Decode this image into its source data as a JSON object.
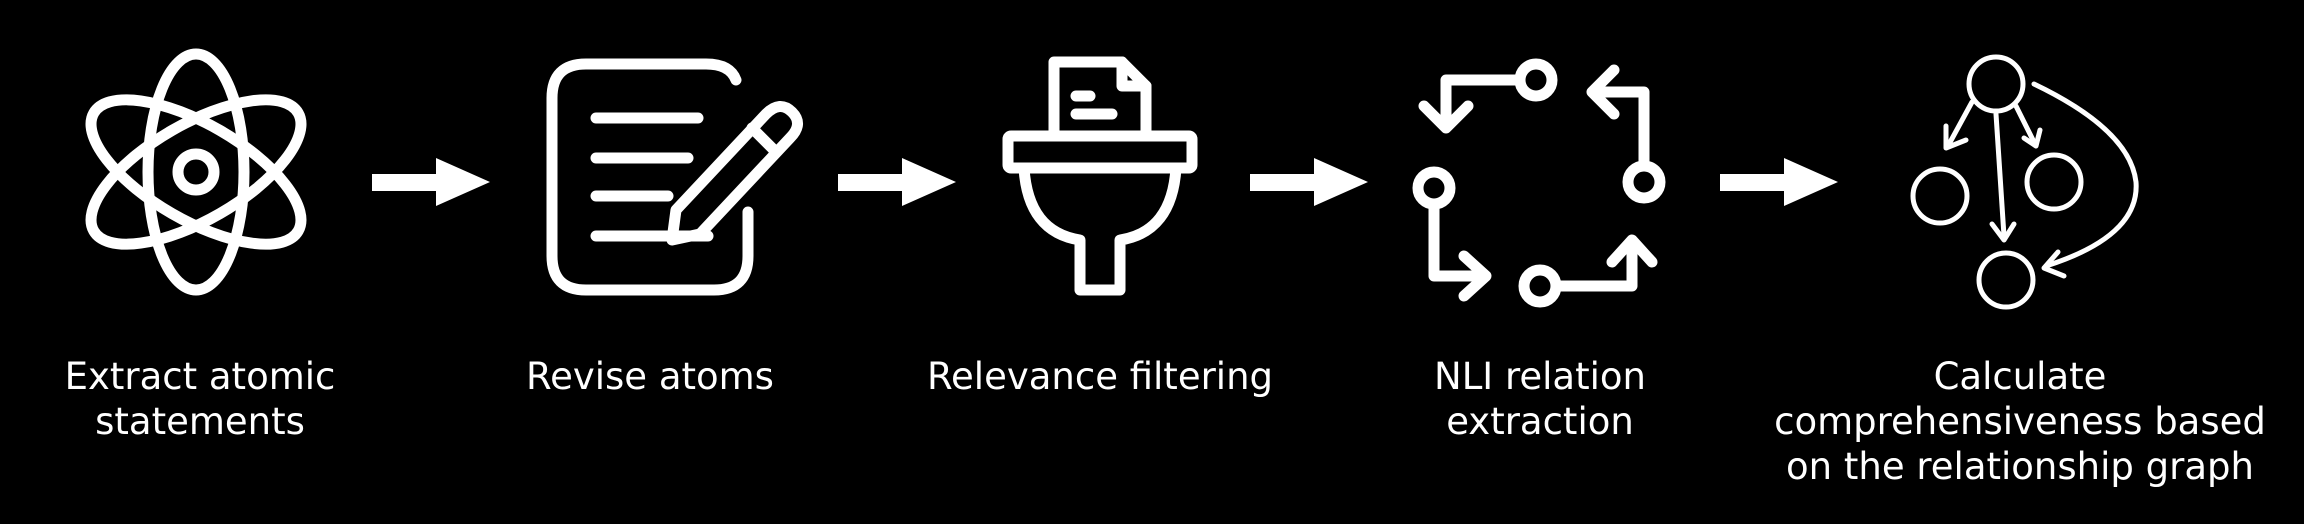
{
  "colors": {
    "background": "#000000",
    "foreground": "#ffffff"
  },
  "steps": [
    {
      "icon": "atom-icon",
      "lines": [
        "Extract atomic",
        "statements"
      ]
    },
    {
      "icon": "document-pencil-icon",
      "lines": [
        "Revise atoms"
      ]
    },
    {
      "icon": "funnel-filter-icon",
      "lines": [
        "Relevance filtering"
      ]
    },
    {
      "icon": "cycle-arrows-icon",
      "lines": [
        "NLI relation",
        "extraction"
      ]
    },
    {
      "icon": "node-graph-icon",
      "lines": [
        "Calculate",
        "comprehensiveness based",
        "on the relationship graph"
      ]
    }
  ],
  "connectors": [
    {
      "icon": "arrow-right-icon"
    },
    {
      "icon": "arrow-right-icon"
    },
    {
      "icon": "arrow-right-icon"
    },
    {
      "icon": "arrow-right-icon"
    }
  ]
}
